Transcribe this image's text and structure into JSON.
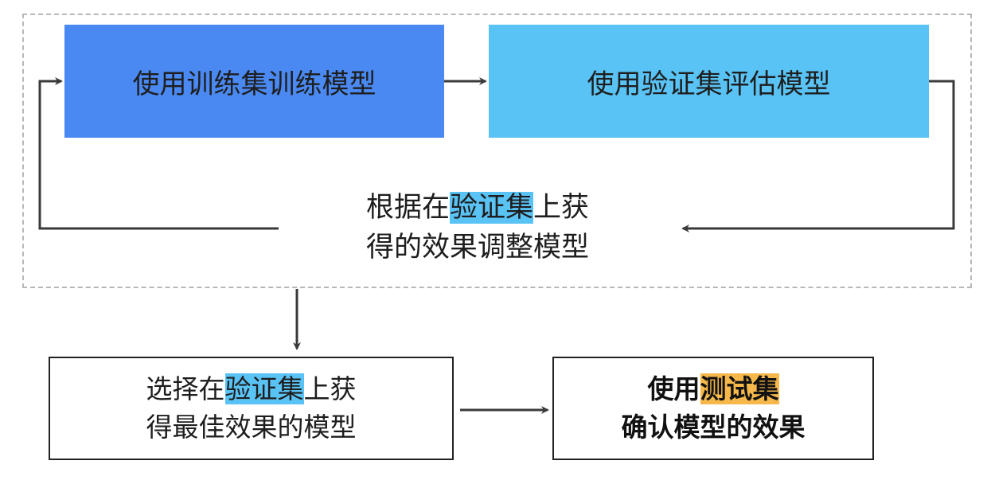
{
  "diagram": {
    "train_box": {
      "label": "使用训练集训练模型"
    },
    "eval_box": {
      "label": "使用验证集评估模型"
    },
    "adjust_text": {
      "line1_pre": "根据在",
      "line1_highlight": "验证集",
      "line1_post": "上获",
      "line2": "得的效果调整模型"
    },
    "select_box": {
      "line1_pre": "选择在",
      "line1_highlight": "验证集",
      "line1_post": "上获",
      "line2": "得最佳效果的模型"
    },
    "test_box": {
      "line1_pre": "使用",
      "line1_highlight": "测试集",
      "line2": "确认模型的效果"
    }
  },
  "colors": {
    "train_fill": "#4a89f2",
    "eval_fill": "#5ac3f5",
    "highlight_blue": "#5ac3f5",
    "highlight_orange": "#f6b84a",
    "arrow": "#3a3a3a",
    "dashed_border": "#b7b7b7"
  }
}
